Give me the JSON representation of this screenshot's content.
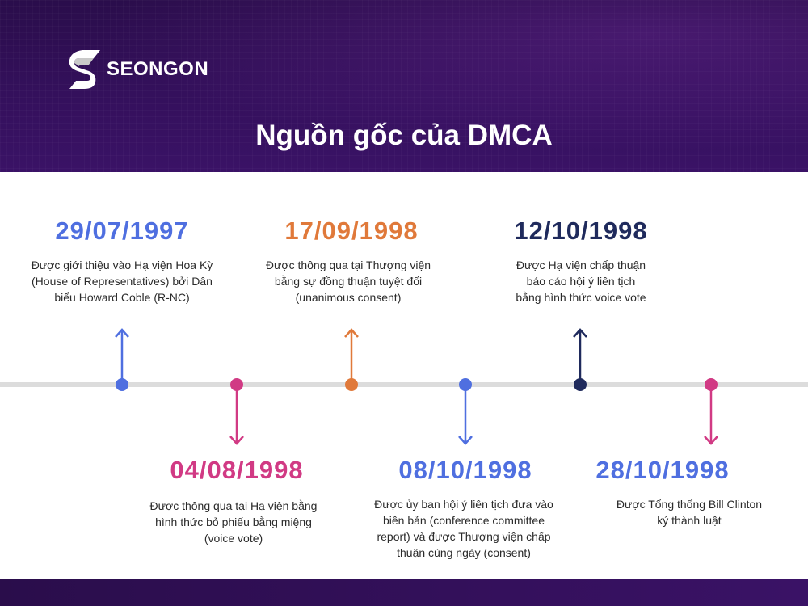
{
  "brand": {
    "name": "SEONGON"
  },
  "title": "Nguồn gốc của DMCA",
  "events": [
    {
      "date": "29/07/1997",
      "color": "#4f6fe0",
      "direction": "up",
      "description": "Được giới thiệu vào Hạ viện Hoa Kỳ\n(House of Representatives) bởi Dân\nbiểu Howard Coble (R-NC)"
    },
    {
      "date": "04/08/1998",
      "color": "#d13a84",
      "direction": "down",
      "description": "Được thông qua tại Hạ viện bằng\nhình thức bỏ phiếu bằng miệng\n(voice vote)"
    },
    {
      "date": "17/09/1998",
      "color": "#e0793a",
      "direction": "up",
      "description": "Được thông qua tại Thượng viện\nbằng sự đồng thuận tuyệt đối\n(unanimous consent)"
    },
    {
      "date": "08/10/1998",
      "color": "#4f6fe0",
      "direction": "down",
      "description": "Được ủy ban hội ý liên tịch đưa vào\nbiên bản (conference committee\nreport) và được Thượng viện chấp\nthuận cùng ngày (consent)"
    },
    {
      "date": "12/10/1998",
      "color": "#1f2a5c",
      "direction": "up",
      "description": "Được Hạ viện chấp thuận\nbáo cáo hội ý liên tịch\nbằng hình thức voice vote"
    },
    {
      "date": "28/10/1998",
      "color": "#4f6fe0",
      "direction": "down",
      "description": "Được Tổng thống Bill Clinton\nký thành luật"
    }
  ]
}
